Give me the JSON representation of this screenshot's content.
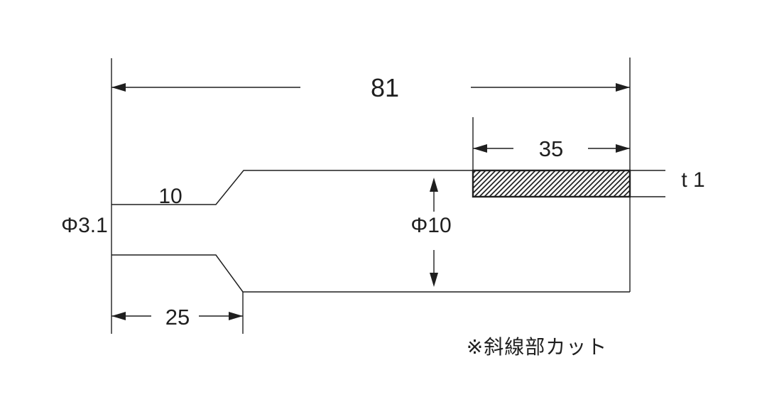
{
  "colors": {
    "line": "#1f1f1f",
    "background": "#ffffff"
  },
  "labels": {
    "overall_length": "81",
    "hatched_length": "35",
    "tip_length": "10",
    "base_length": "25",
    "tip_diameter": "Φ3.1",
    "body_diameter": "Φ10",
    "thickness": "t 1",
    "note": "※斜線部カット"
  }
}
